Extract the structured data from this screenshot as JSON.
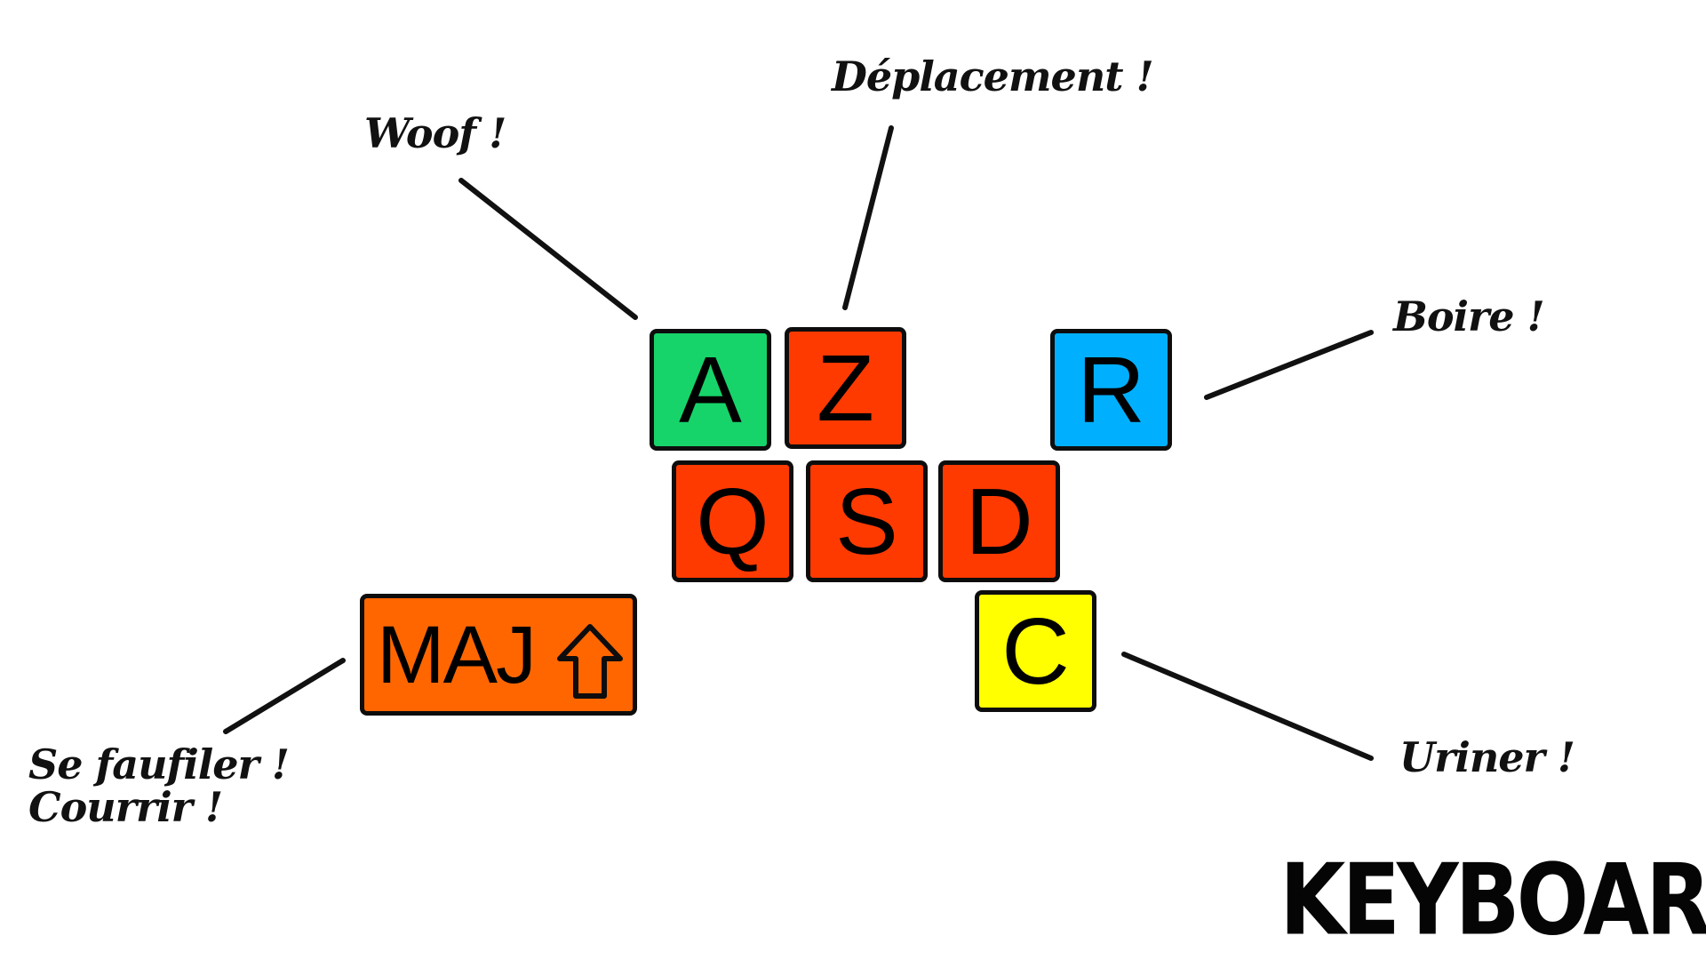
{
  "keys": {
    "a": {
      "label": "A",
      "color": "#16d46a",
      "action": "woof"
    },
    "z": {
      "label": "Z",
      "color": "#ff3a00",
      "action": "movement"
    },
    "q": {
      "label": "Q",
      "color": "#ff3a00",
      "action": "movement"
    },
    "s": {
      "label": "S",
      "color": "#ff3a00",
      "action": "movement"
    },
    "d": {
      "label": "D",
      "color": "#ff3a00",
      "action": "movement"
    },
    "r": {
      "label": "R",
      "color": "#00b0ff",
      "action": "drink"
    },
    "c": {
      "label": "C",
      "color": "#ffff00",
      "action": "urinate"
    },
    "maj": {
      "label": "MAJ",
      "color": "#ff6600",
      "icon": "shift-arrow-icon",
      "action": "sneak-run"
    }
  },
  "callouts": {
    "woof": "Woof !",
    "deplacement": "Déplacement !",
    "boire": "Boire !",
    "uriner": "Uriner !",
    "sneak_line1": "Se faufiler !",
    "sneak_line2": "Courrir !"
  },
  "title": "KEYBOARD"
}
